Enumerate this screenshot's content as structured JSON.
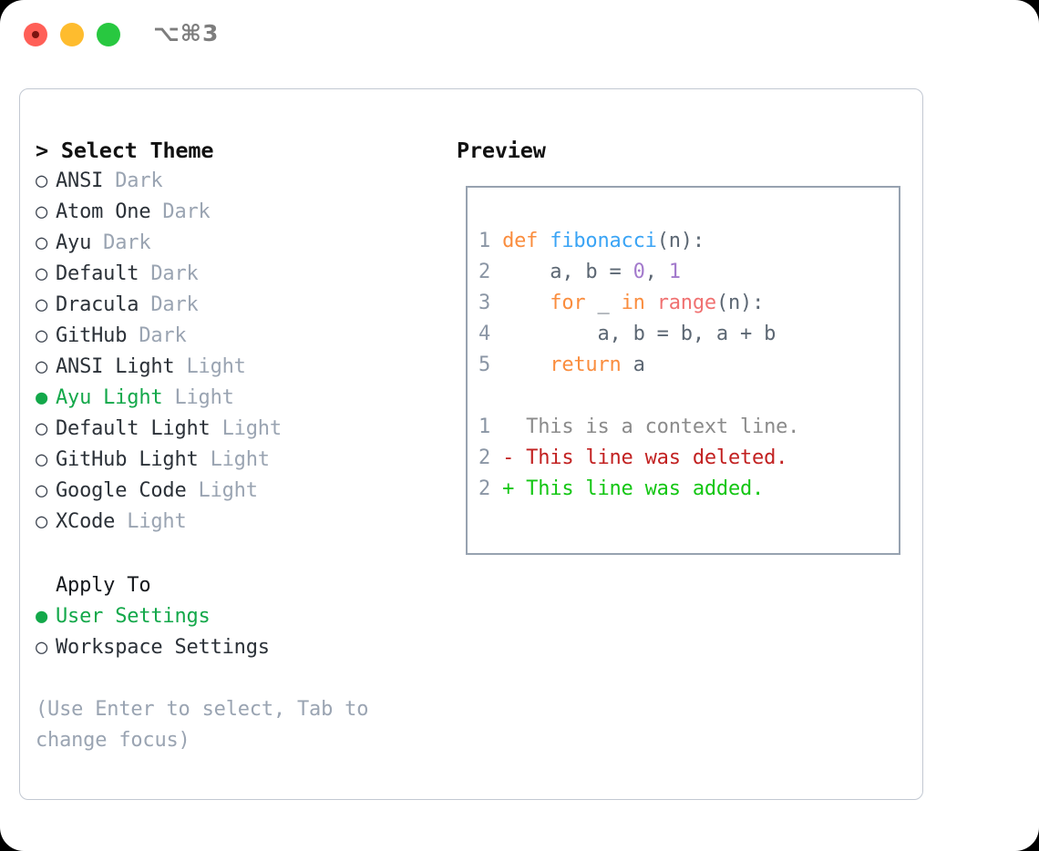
{
  "window": {
    "shortcut": "⌥⌘3",
    "traffic_lights": [
      "close",
      "minimize",
      "zoom"
    ],
    "colors": {
      "close": "#ff5f57",
      "minimize": "#febc2e",
      "zoom": "#28c840",
      "accent_green": "#13a84a",
      "muted": "#9aa4b2",
      "panel_border": "#c2c8d2",
      "preview_border": "#97a2b0"
    }
  },
  "left": {
    "heading": "> Select Theme",
    "themes": [
      {
        "marker": "○",
        "name": "ANSI",
        "kind": "Dark",
        "selected": false
      },
      {
        "marker": "○",
        "name": "Atom One",
        "kind": "Dark",
        "selected": false
      },
      {
        "marker": "○",
        "name": "Ayu",
        "kind": "Dark",
        "selected": false
      },
      {
        "marker": "○",
        "name": "Default",
        "kind": "Dark",
        "selected": false
      },
      {
        "marker": "○",
        "name": "Dracula",
        "kind": "Dark",
        "selected": false
      },
      {
        "marker": "○",
        "name": "GitHub",
        "kind": "Dark",
        "selected": false
      },
      {
        "marker": "○",
        "name": "ANSI Light",
        "kind": "Light",
        "selected": false
      },
      {
        "marker": "●",
        "name": "Ayu Light",
        "kind": "Light",
        "selected": true
      },
      {
        "marker": "○",
        "name": "Default Light",
        "kind": "Light",
        "selected": false
      },
      {
        "marker": "○",
        "name": "GitHub Light",
        "kind": "Light",
        "selected": false
      },
      {
        "marker": "○",
        "name": "Google Code",
        "kind": "Light",
        "selected": false
      },
      {
        "marker": "○",
        "name": "XCode",
        "kind": "Light",
        "selected": false
      }
    ],
    "apply_to": {
      "heading": "Apply To",
      "options": [
        {
          "marker": "●",
          "label": "User Settings",
          "selected": true
        },
        {
          "marker": "○",
          "label": "Workspace Settings",
          "selected": false
        }
      ]
    },
    "hint": "(Use Enter to select, Tab to change focus)"
  },
  "right": {
    "heading": "Preview",
    "code_lines": [
      {
        "n": "1",
        "tokens": [
          {
            "t": "def ",
            "c": "kw"
          },
          {
            "t": "fibonacci",
            "c": "fn"
          },
          {
            "t": "(n):",
            "c": "pl"
          }
        ]
      },
      {
        "n": "2",
        "tokens": [
          {
            "t": "    a, b = ",
            "c": "pl"
          },
          {
            "t": "0",
            "c": "num"
          },
          {
            "t": ", ",
            "c": "pl"
          },
          {
            "t": "1",
            "c": "num"
          }
        ]
      },
      {
        "n": "3",
        "tokens": [
          {
            "t": "    ",
            "c": "pl"
          },
          {
            "t": "for",
            "c": "kw"
          },
          {
            "t": " _ ",
            "c": "pl"
          },
          {
            "t": "in",
            "c": "kw"
          },
          {
            "t": " ",
            "c": "pl"
          },
          {
            "t": "range",
            "c": "bi"
          },
          {
            "t": "(n):",
            "c": "pl"
          }
        ]
      },
      {
        "n": "4",
        "tokens": [
          {
            "t": "        a, b = b, a + b",
            "c": "pl"
          }
        ]
      },
      {
        "n": "5",
        "tokens": [
          {
            "t": "    ",
            "c": "pl"
          },
          {
            "t": "return",
            "c": "kw"
          },
          {
            "t": " a",
            "c": "pl"
          }
        ]
      }
    ],
    "diff_lines": [
      {
        "n": "1",
        "sign": " ",
        "text": " This is a context line.",
        "cls": "ctx"
      },
      {
        "n": "2",
        "sign": "-",
        "text": " This line was deleted.",
        "cls": "del"
      },
      {
        "n": "2",
        "sign": "+",
        "text": " This line was added.",
        "cls": "add"
      }
    ]
  }
}
